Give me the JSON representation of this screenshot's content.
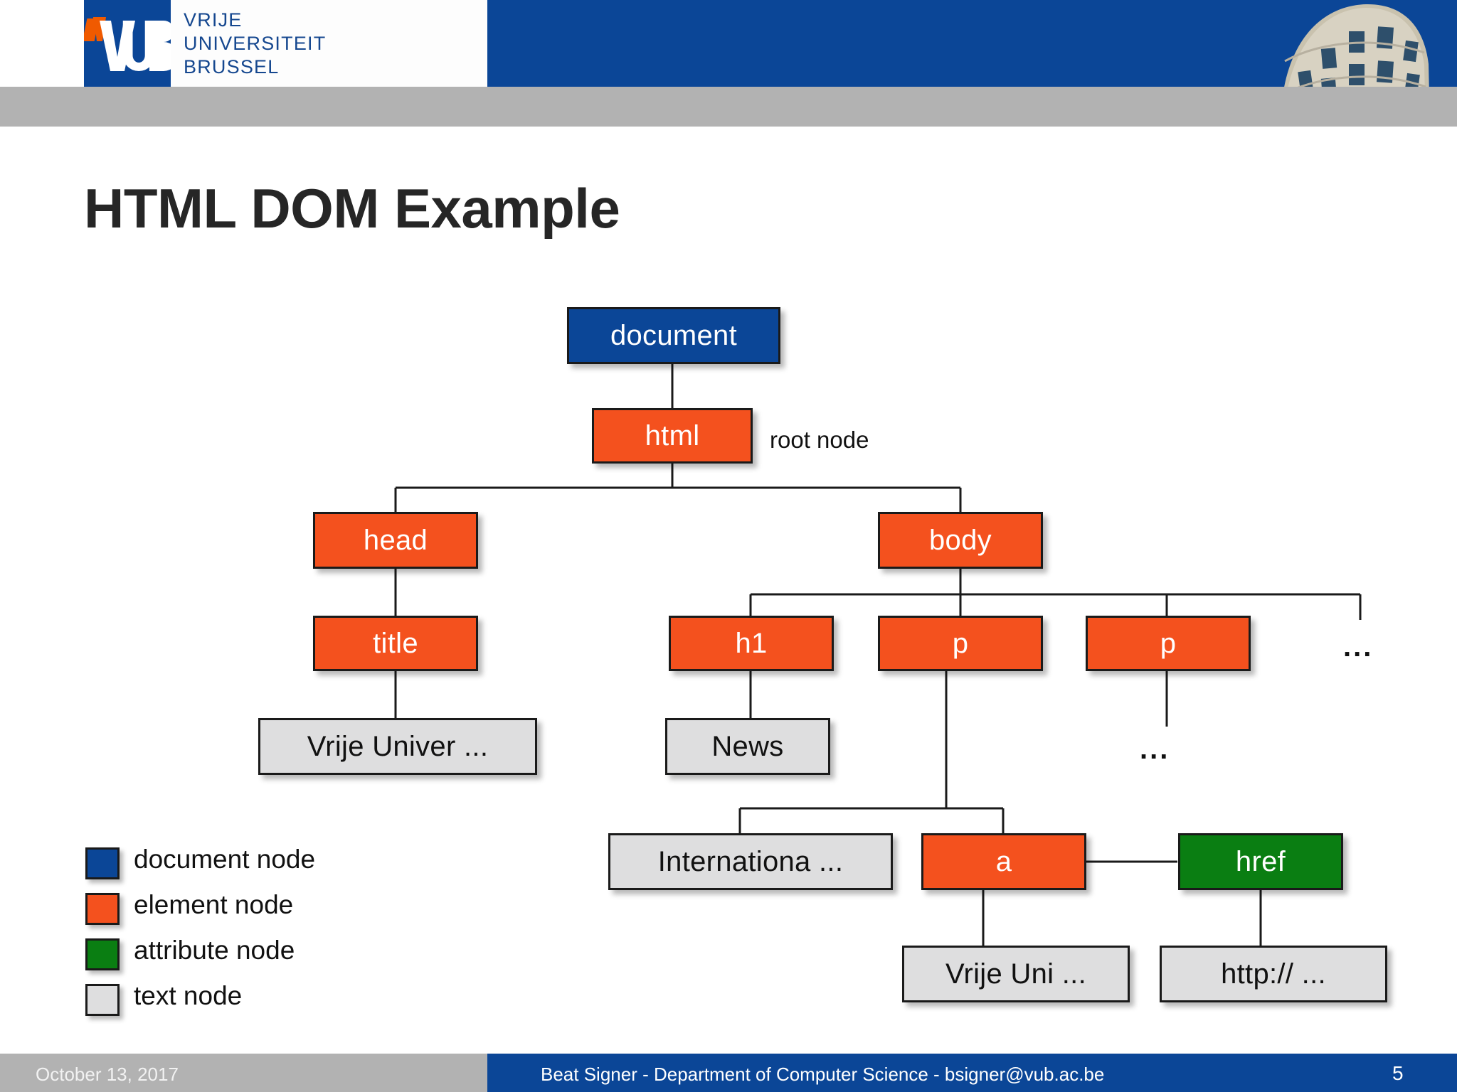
{
  "header": {
    "logo": {
      "mark": "VUB",
      "line1": "VRIJE",
      "line2": "UNIVERSITEIT",
      "line3": "BRUSSEL"
    },
    "photo_alt": "vub-building-photo"
  },
  "slide": {
    "title": "HTML DOM Example"
  },
  "diagram": {
    "nodes": [
      {
        "id": "document",
        "label": "document",
        "kind": "document"
      },
      {
        "id": "html",
        "label": "html",
        "kind": "element"
      },
      {
        "id": "head",
        "label": "head",
        "kind": "element"
      },
      {
        "id": "body",
        "label": "body",
        "kind": "element"
      },
      {
        "id": "title",
        "label": "title",
        "kind": "element"
      },
      {
        "id": "h1",
        "label": "h1",
        "kind": "element"
      },
      {
        "id": "p1",
        "label": "p",
        "kind": "element"
      },
      {
        "id": "p2",
        "label": "p",
        "kind": "element"
      },
      {
        "id": "title-text",
        "label": "Vrije Univer ...",
        "kind": "text"
      },
      {
        "id": "h1-text",
        "label": "News",
        "kind": "text"
      },
      {
        "id": "p1-text",
        "label": "Internationa ...",
        "kind": "text"
      },
      {
        "id": "a",
        "label": "a",
        "kind": "element"
      },
      {
        "id": "href",
        "label": "href",
        "kind": "attribute"
      },
      {
        "id": "a-text",
        "label": "Vrije Uni ...",
        "kind": "text"
      },
      {
        "id": "href-text",
        "label": "http:// ...",
        "kind": "text"
      }
    ],
    "annotations": [
      {
        "id": "root-node-label",
        "label": "root node"
      }
    ],
    "ellipses": [
      {
        "id": "body-more",
        "label": "..."
      },
      {
        "id": "p2-more",
        "label": "..."
      }
    ]
  },
  "legend": {
    "items": [
      {
        "label": "document node",
        "color": "#0b4697"
      },
      {
        "label": "element node",
        "color": "#f4511e"
      },
      {
        "label": "attribute node",
        "color": "#0a7e12"
      },
      {
        "label": "text node",
        "color": "#dededf"
      }
    ]
  },
  "footer": {
    "date": "October 13, 2017",
    "center": "Beat Signer - Department of Computer Science - bsigner@vub.ac.be",
    "page": "5"
  }
}
